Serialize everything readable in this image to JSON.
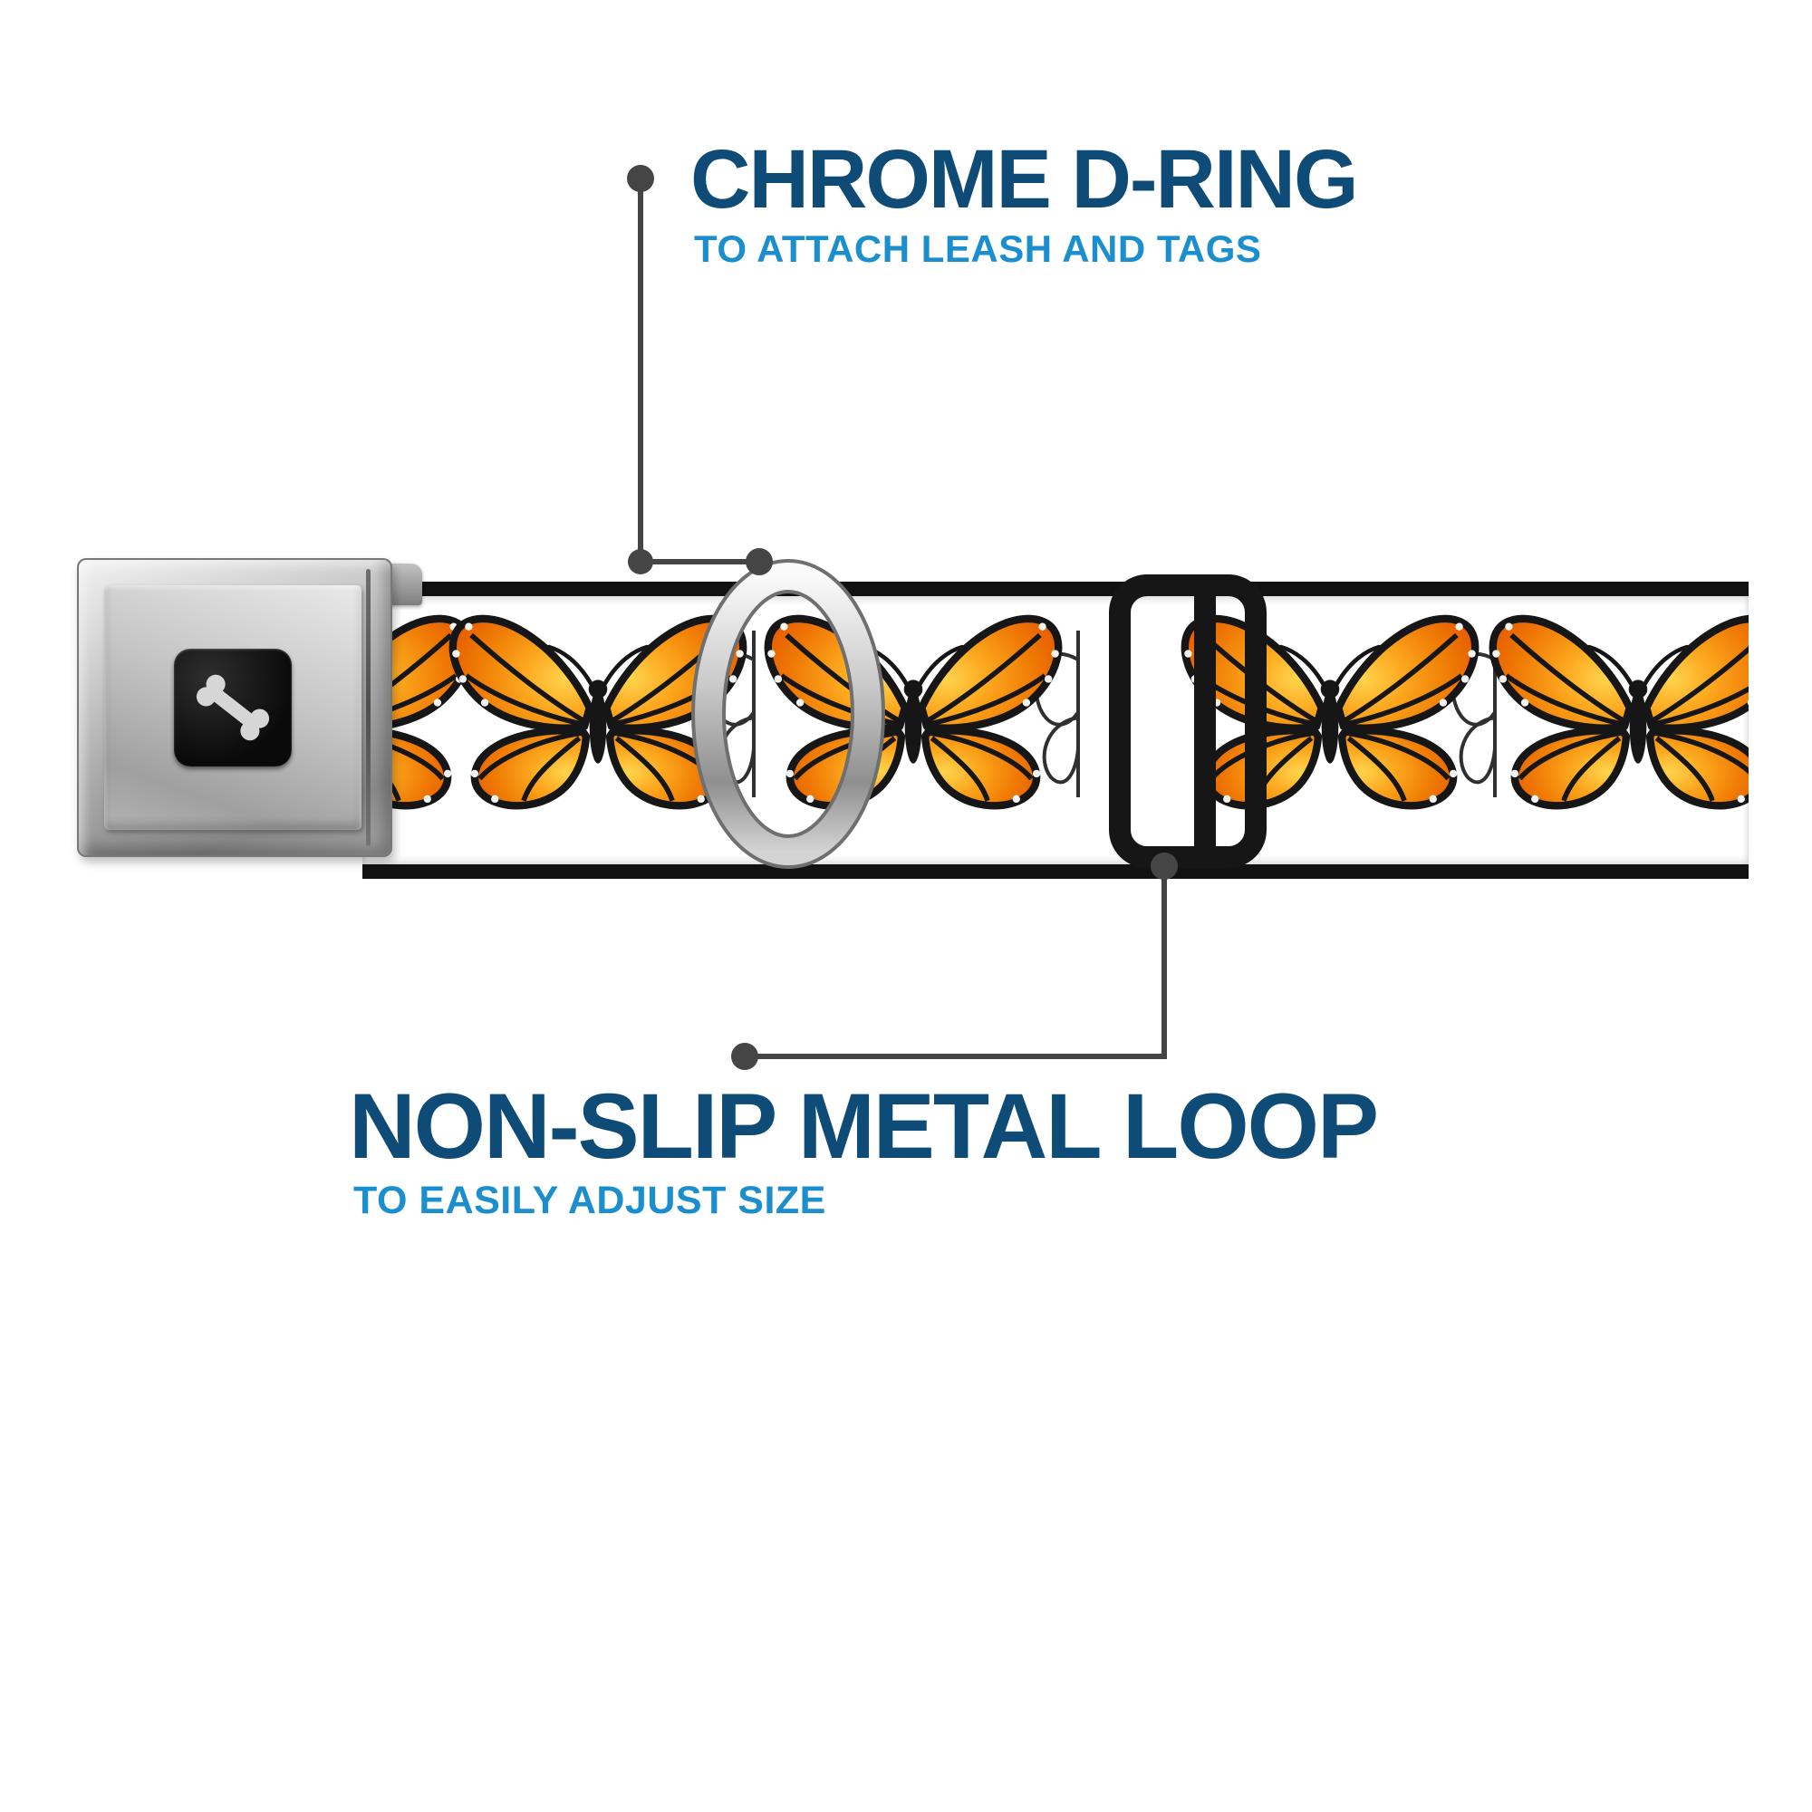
{
  "callouts": [
    {
      "title": "CHROME D-RING",
      "subtitle": "TO ATTACH LEASH AND TAGS",
      "target": "chrome-d-ring"
    },
    {
      "title": "NON-SLIP METAL LOOP",
      "subtitle": "TO EASILY ADJUST SIZE",
      "target": "metal-slide-loop"
    }
  ],
  "product": {
    "buckle_logo_icon": "dog-bone-icon",
    "strap_pattern_icon": "monarch-butterfly-icon"
  },
  "colors": {
    "title_navy": "#0e4b76",
    "subtitle_blue": "#1b8ecd",
    "connector_gray": "#454545",
    "strap_white": "#ffffff",
    "strap_edge": "#121212",
    "butterfly_orange": "#f58611",
    "butterfly_deep_orange": "#e65c00",
    "butterfly_yellow": "#ffd44d",
    "hardware_black": "#161616",
    "chrome_light": "#f5f5f5",
    "chrome_dark": "#8e8e8e"
  }
}
